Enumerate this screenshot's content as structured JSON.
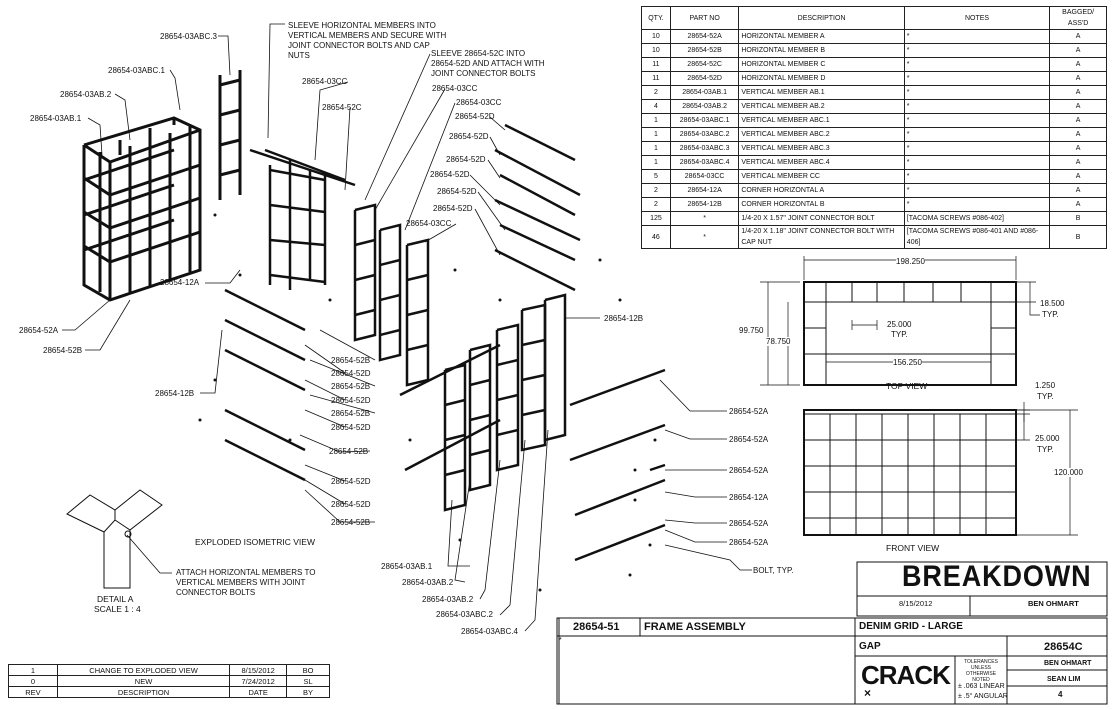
{
  "bom": {
    "headers": {
      "qty": "QTY.",
      "part_no": "PART NO",
      "description": "DESCRIPTION",
      "notes": "NOTES",
      "bagged": "BAGGED/ ASS'D"
    },
    "rows": [
      {
        "qty": "10",
        "part_no": "28654-52A",
        "description": "HORIZONTAL MEMBER A",
        "notes": "*",
        "bagged": "A"
      },
      {
        "qty": "10",
        "part_no": "28654-52B",
        "description": "HORIZONTAL MEMBER B",
        "notes": "*",
        "bagged": "A"
      },
      {
        "qty": "11",
        "part_no": "28654-52C",
        "description": "HORIZONTAL MEMBER C",
        "notes": "*",
        "bagged": "A"
      },
      {
        "qty": "11",
        "part_no": "28654-52D",
        "description": "HORIZONTAL MEMBER D",
        "notes": "*",
        "bagged": "A"
      },
      {
        "qty": "2",
        "part_no": "28654-03AB.1",
        "description": "VERTICAL MEMBER AB.1",
        "notes": "*",
        "bagged": "A"
      },
      {
        "qty": "4",
        "part_no": "28654-03AB.2",
        "description": "VERTICAL MEMBER AB.2",
        "notes": "*",
        "bagged": "A"
      },
      {
        "qty": "1",
        "part_no": "28654-03ABC.1",
        "description": "VERTICAL MEMBER ABC.1",
        "notes": "*",
        "bagged": "A"
      },
      {
        "qty": "1",
        "part_no": "28654-03ABC.2",
        "description": "VERTICAL MEMBER ABC.2",
        "notes": "*",
        "bagged": "A"
      },
      {
        "qty": "1",
        "part_no": "28654-03ABC.3",
        "description": "VERTICAL MEMBER ABC.3",
        "notes": "*",
        "bagged": "A"
      },
      {
        "qty": "1",
        "part_no": "28654-03ABC.4",
        "description": "VERTICAL MEMBER ABC.4",
        "notes": "*",
        "bagged": "A"
      },
      {
        "qty": "5",
        "part_no": "28654-03CC",
        "description": "VERTICAL MEMBER CC",
        "notes": "*",
        "bagged": "A"
      },
      {
        "qty": "2",
        "part_no": "28654-12A",
        "description": "CORNER HORIZONTAL A",
        "notes": "*",
        "bagged": "A"
      },
      {
        "qty": "2",
        "part_no": "28654-12B",
        "description": "CORNER HORIZONTAL B",
        "notes": "*",
        "bagged": "A"
      },
      {
        "qty": "125",
        "part_no": "*",
        "description": "1/4-20 X 1.57\" JOINT CONNECTOR BOLT",
        "notes": "[TACOMA SCREWS #086-402]",
        "bagged": "B"
      },
      {
        "qty": "46",
        "part_no": "*",
        "description": "1/4-20 X 1.18\" JOINT CONNECTOR BOLT WITH CAP NUT",
        "notes": "[TACOMA SCREWS #086-401 AND #086-406]",
        "bagged": "B"
      }
    ]
  },
  "labels": {
    "abc3": "28654-03ABC.3",
    "abc1": "28654-03ABC.1",
    "ab2": "28654-03AB.2",
    "ab1": "28654-03AB.1",
    "cc1": "28654-03CC",
    "c52": "28654-52C",
    "cc2": "28654-03CC",
    "cc3": "28654-03CC",
    "cc4": "28654-03CC",
    "d1": "28654-52D",
    "d2": "28654-52D",
    "d3": "28654-52D",
    "d4": "28654-52D",
    "d5": "28654-52D",
    "d6": "28654-52D",
    "a12": "28654-12A",
    "a52": "28654-52A",
    "b52": "28654-52B",
    "b12": "28654-12B",
    "b12r": "28654-12B",
    "mb1": "28654-52B",
    "md1": "28654-52D",
    "mb2": "28654-52B",
    "md2": "28654-52D",
    "mb3": "28654-52B",
    "md3": "28654-52D",
    "lb1": "28654-52B",
    "ld1": "28654-52D",
    "ld2": "28654-52D",
    "lb2": "28654-52B",
    "ra1": "28654-52A",
    "ra2": "28654-52A",
    "ra3": "28654-52A",
    "r12a": "28654-12A",
    "ra4": "28654-52A",
    "ra5": "28654-52A",
    "bolt": "BOLT, TYP.",
    "bab1": "28654-03AB.1",
    "bab2": "28654-03AB.2",
    "bab3": "28654-03AB.2",
    "babc2": "28654-03ABC.2",
    "babc4": "28654-03ABC.4"
  },
  "notes": {
    "sleeve1": "SLEEVE HORIZONTAL MEMBERS INTO VERTICAL MEMBERS AND SECURE WITH JOINT CONNECTOR BOLTS AND CAP NUTS",
    "sleeve2": "SLEEVE 28654-52C INTO 28654-52D AND ATTACH WITH JOINT CONNECTOR BOLTS",
    "attach": "ATTACH HORIZONTAL MEMBERS TO VERTICAL MEMBERS WITH JOINT CONNECTOR BOLTS"
  },
  "captions": {
    "exploded": "EXPLODED ISOMETRIC VIEW",
    "detail": "DETAIL A",
    "scale": "SCALE 1 : 4",
    "top_view": "TOP VIEW",
    "front_view": "FRONT VIEW"
  },
  "dimensions": {
    "overall_width": "198.250",
    "typ_depth": "18.500",
    "typ_depth_suffix": "TYP.",
    "depth_outer": "99.750",
    "depth_inner": "78.750",
    "bay": "25.000",
    "bay_suffix": "TYP.",
    "inner_width": "156.250",
    "front_top": "1.250",
    "front_top_suffix": "TYP.",
    "front_bay": "25.000",
    "front_bay_suffix": "TYP.",
    "height": "120.000"
  },
  "revisions": {
    "headers": {
      "rev": "REV",
      "description": "DESCRIPTION",
      "date": "DATE",
      "by": "BY"
    },
    "rows": [
      {
        "rev": "1",
        "description": "CHANGE TO EXPLODED VIEW",
        "date": "8/15/2012",
        "by": "BO"
      },
      {
        "rev": "0",
        "description": "NEW",
        "date": "7/24/2012",
        "by": "SL"
      }
    ]
  },
  "title_block": {
    "stamp": "BREAKDOWN",
    "stamp_date": "8/15/2012",
    "stamp_by": "BEN OHMART",
    "drawing_no": "28654-51",
    "drawing_title": "FRAME ASSEMBLY",
    "product": "DENIM GRID - LARGE",
    "client": "GAP",
    "asterisk": "*",
    "logo": "CRACK",
    "tolerance_header": "TOLERANCES UNLESS OTHERWISE NOTED",
    "tolerance_linear": "± .063 LINEAR",
    "tolerance_angular": "± .5° ANGULAR",
    "project_no": "28654C",
    "designer": "BEN OHMART",
    "drawn_by": "SEAN LIM",
    "page": "4"
  }
}
